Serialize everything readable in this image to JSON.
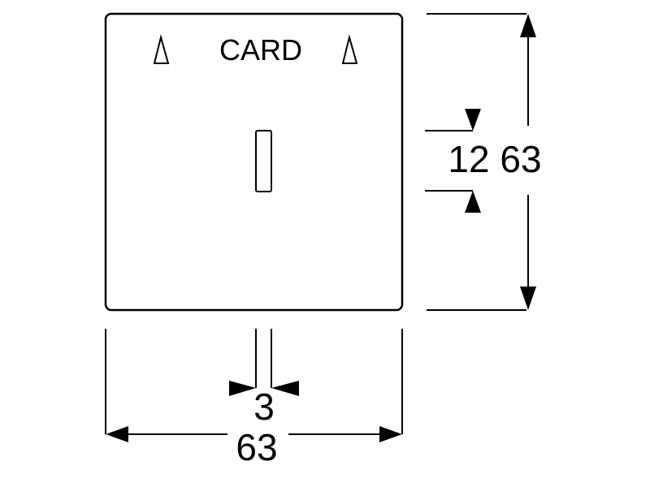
{
  "diagram": {
    "card_label": "CARD",
    "dimensions": {
      "overall_height": "63",
      "overall_width": "63",
      "slot_height": "12",
      "slot_width": "3"
    }
  }
}
